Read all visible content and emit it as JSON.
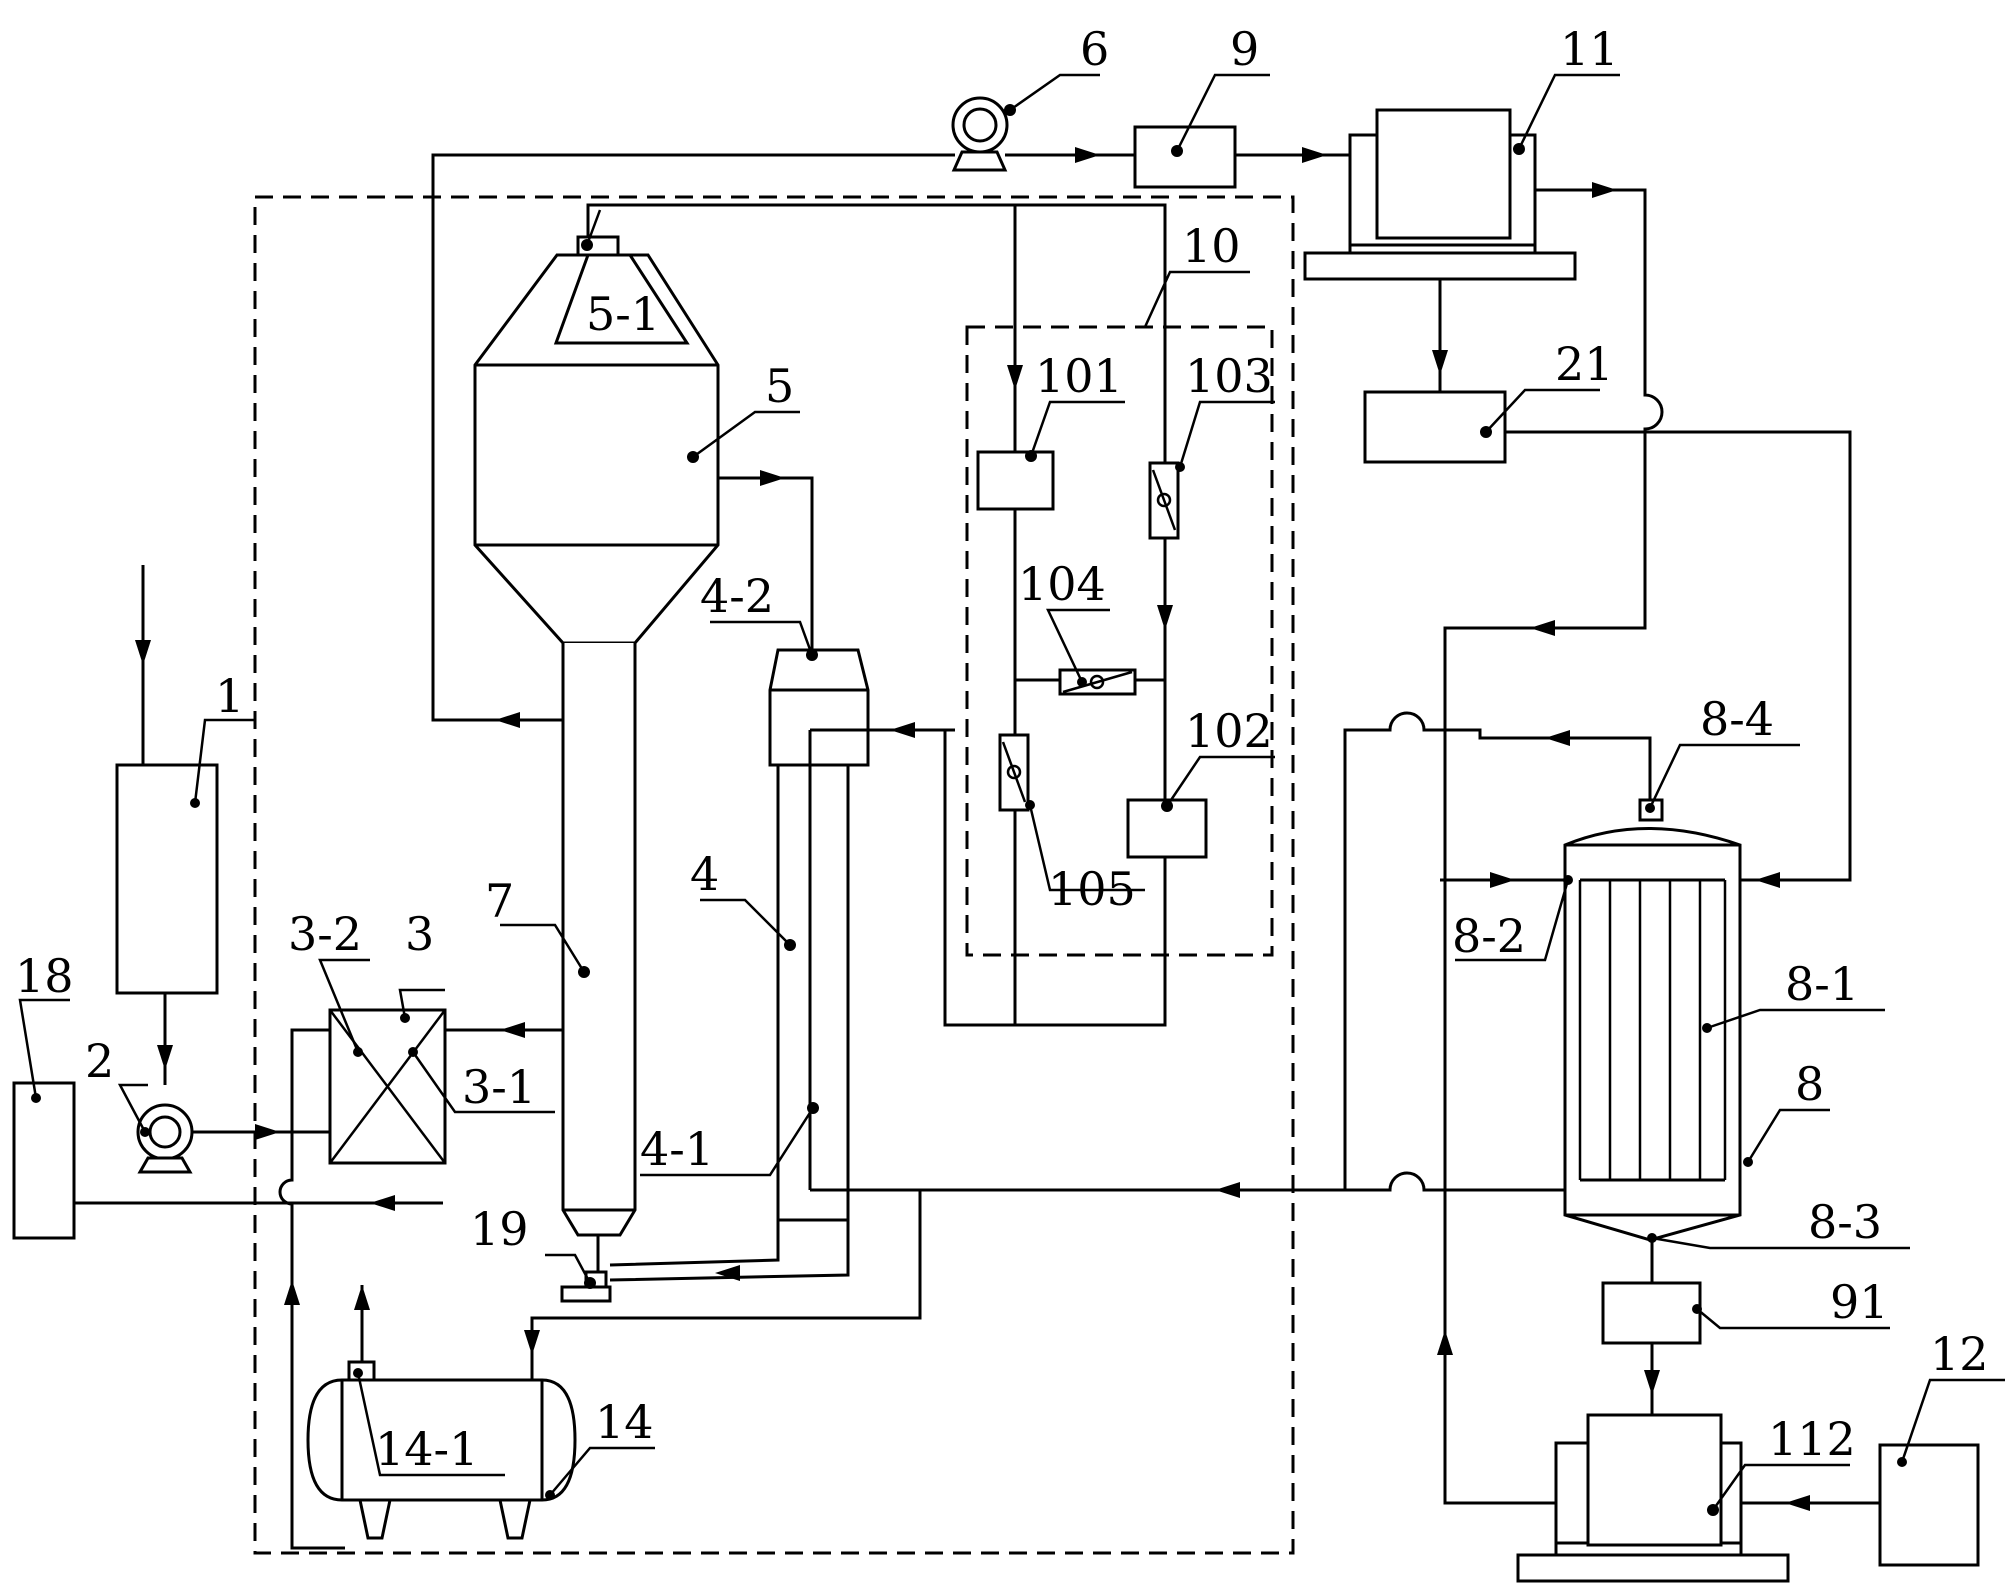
{
  "labels": {
    "l1": "1",
    "l2": "2",
    "l3": "3",
    "l3_1": "3-1",
    "l3_2": "3-2",
    "l4": "4",
    "l4_1": "4-1",
    "l4_2": "4-2",
    "l5": "5",
    "l5_1": "5-1",
    "l6": "6",
    "l7": "7",
    "l8": "8",
    "l8_1": "8-1",
    "l8_2": "8-2",
    "l8_3": "8-3",
    "l8_4": "8-4",
    "l9": "9",
    "l10": "10",
    "l11": "11",
    "l12": "12",
    "l14": "14",
    "l14_1": "14-1",
    "l18": "18",
    "l19": "19",
    "l21": "21",
    "l91": "91",
    "l101": "101",
    "l102": "102",
    "l103": "103",
    "l104": "104",
    "l105": "105",
    "l112": "112"
  }
}
